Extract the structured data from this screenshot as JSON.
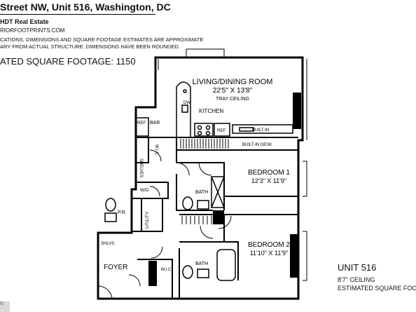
{
  "header": {
    "address": "Street NW, Unit 516, Washington, DC",
    "company": "HDT Real Estate",
    "website": "RIORFOOTPRINTS.COM",
    "note_line1": "CATIONS, DIMENSIONS AND SQUARE FOOTAGE ESTIMATES ARE APPROXIMATE",
    "note_line2": "ARY FROM ACTUAL STRUCTURE. DIMENSIONS HAVE BEEN ROUNDED.",
    "sqft": "ATED SQUARE FOOTAGE: 1150"
  },
  "rooms": {
    "living_name": "LIVING/DINING ROOM",
    "living_dims": "22'5\" X 13'8\"",
    "living_note": "TRAY CEILING",
    "kitchen": "KITCHEN",
    "dw": "DW",
    "ref_bar": "REF",
    "bar": "BAR",
    "ref_kitchen": "REF",
    "built_in": "BUILT-IN",
    "built_in_desk": "BUILT-IN DESK",
    "shelves": "SHELVES",
    "wic_top": "W.I.C.",
    "bedroom1_name": "BEDROOM 1",
    "bedroom1_dims": "12'3\" X 11'9\"",
    "bath1": "BATH",
    "wd": "W/D",
    "pr": "P.R.",
    "utility": "UTILITY",
    "shlvs": "SHLVS",
    "bedroom2_name": "BEDROOM 2",
    "bedroom2_dims": "11'10\" X 11'9\"",
    "bath2": "BATH",
    "foyer": "FOYER",
    "wic_bottom": "W.I.C."
  },
  "unit_info": {
    "name": "UNIT 516",
    "ceiling": "8'7\" CEILING",
    "sqft": "ESTIMATED SQUARE FOOTA"
  },
  "watermark": "©"
}
